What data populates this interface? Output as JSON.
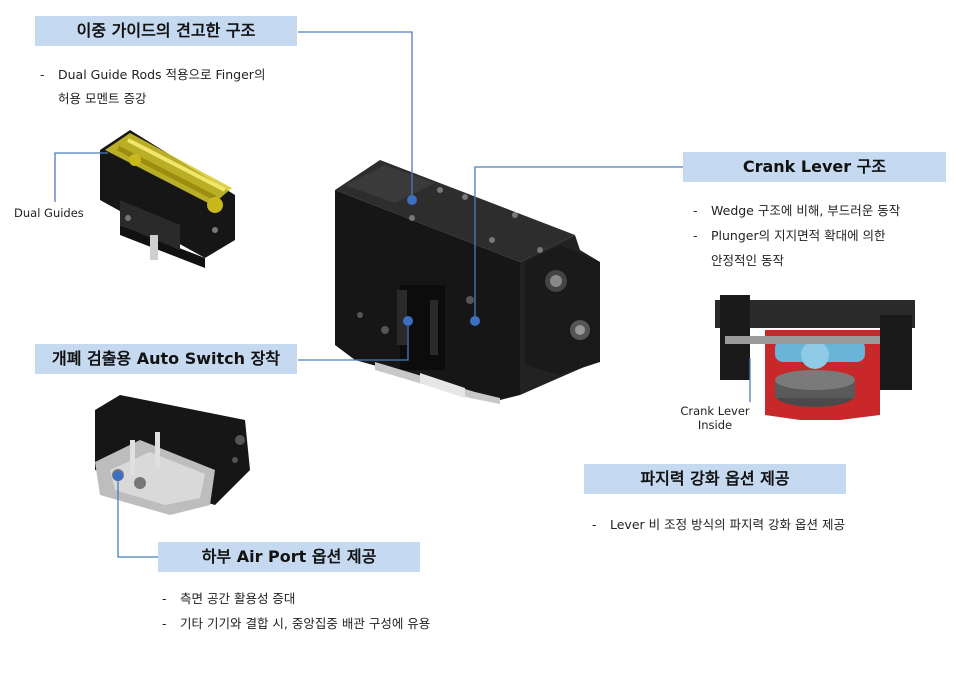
{
  "sections": {
    "dual_guide": {
      "title": "이중 가이드의 견고한 구조",
      "bullets": [
        "Dual Guide Rods 적용으로 Finger의",
        "허용 모멘트 증강"
      ],
      "figure_label": "Dual Guides"
    },
    "crank_lever": {
      "title": "Crank Lever 구조",
      "bullets": [
        "Wedge 구조에 비해, 부드러운 동작",
        "Plunger의 지지면적 확대에 의한",
        "안정적인 동작"
      ],
      "figure_label_line1": "Crank Lever",
      "figure_label_line2": "Inside"
    },
    "auto_switch": {
      "title": "개폐 검출용 Auto Switch 장착"
    },
    "grip_force": {
      "title": "파지력 강화 옵션 제공",
      "bullets": [
        "Lever 비 조정 방식의 파지력 강화 옵션 제공"
      ]
    },
    "air_port": {
      "title": "하부 Air Port 옵션 제공",
      "bullets": [
        "측면 공간 활용성 증대",
        "기타 기기와 결합 시, 중앙집중 배관 구성에 유용"
      ]
    }
  },
  "colors": {
    "heading_bg": "#c5d9f1",
    "leader_line": "#4a7ebb",
    "dot": "#3a6fc4",
    "guide_highlight": "#d8c92a",
    "cutaway_red": "#c8282a",
    "cutaway_blue": "#6ab4d8",
    "body_black": "#1c1c1c"
  }
}
